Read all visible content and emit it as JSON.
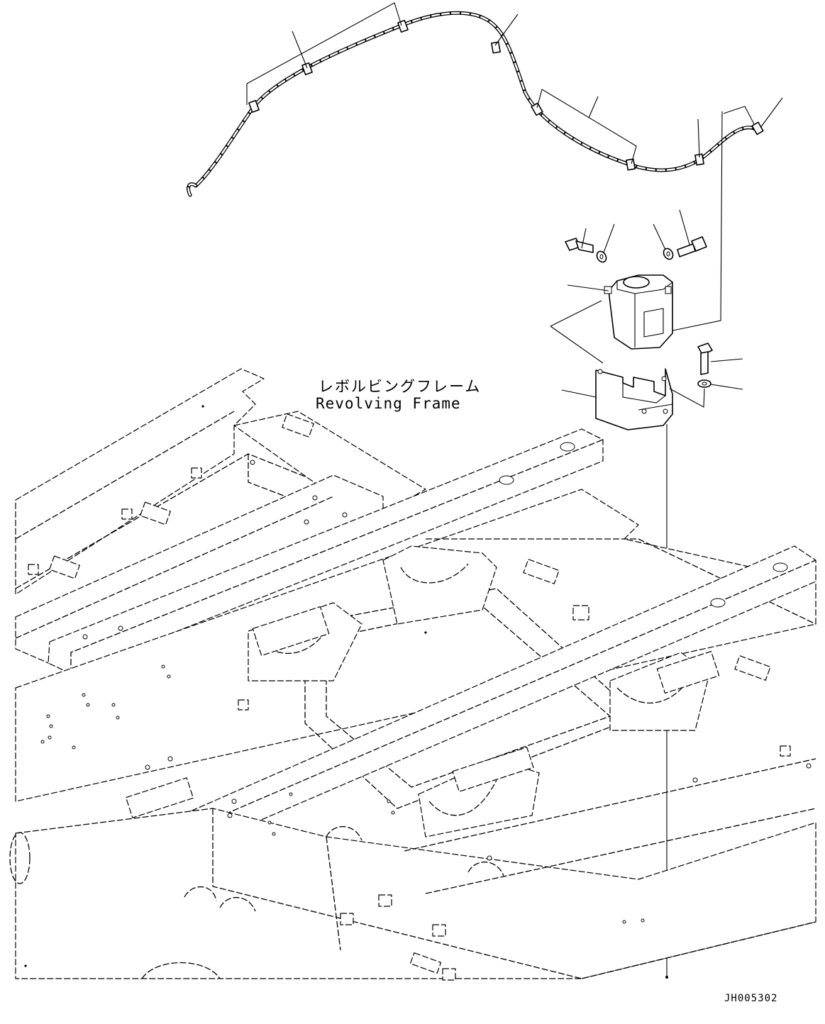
{
  "frame_label": {
    "japanese": "レボルビングフレーム",
    "english": "Revolving Frame"
  },
  "drawing_code": "JH005302"
}
